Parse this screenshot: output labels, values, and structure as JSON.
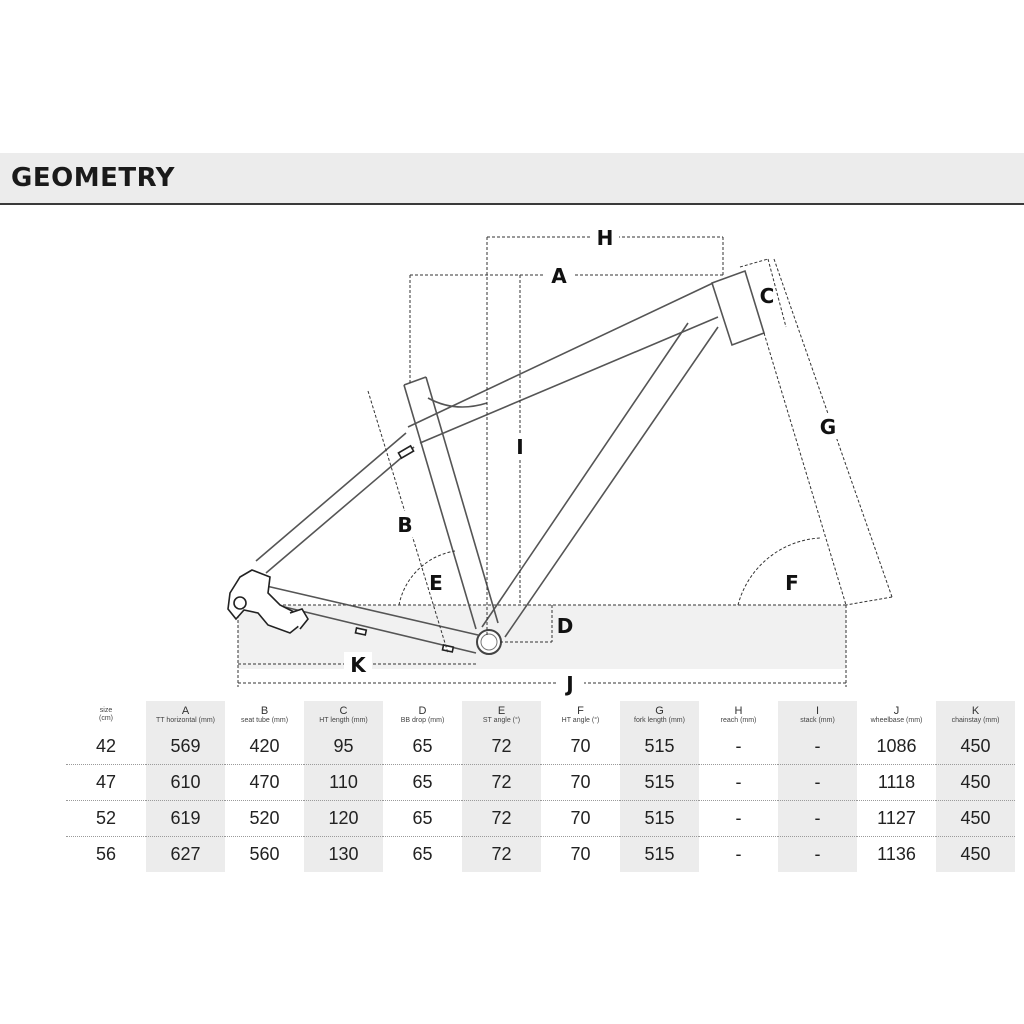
{
  "section": {
    "title": "GEOMETRY"
  },
  "diagram": {
    "labels": {
      "A": "A",
      "B": "B",
      "C": "C",
      "D": "D",
      "E": "E",
      "F": "F",
      "G": "G",
      "H": "H",
      "I": "I",
      "J": "J",
      "K": "K"
    }
  },
  "table": {
    "columns": [
      {
        "letter": "size",
        "sub": "(cm)"
      },
      {
        "letter": "A",
        "sub": "TT horizontal (mm)"
      },
      {
        "letter": "B",
        "sub": "seat tube (mm)"
      },
      {
        "letter": "C",
        "sub": "HT length (mm)"
      },
      {
        "letter": "D",
        "sub": "BB drop (mm)"
      },
      {
        "letter": "E",
        "sub": "ST angle (°)"
      },
      {
        "letter": "F",
        "sub": "HT angle (°)"
      },
      {
        "letter": "G",
        "sub": "fork length (mm)"
      },
      {
        "letter": "H",
        "sub": "reach (mm)"
      },
      {
        "letter": "I",
        "sub": "stack (mm)"
      },
      {
        "letter": "J",
        "sub": "wheelbase (mm)"
      },
      {
        "letter": "K",
        "sub": "chainstay (mm)"
      }
    ],
    "rows": [
      [
        "42",
        "569",
        "420",
        "95",
        "65",
        "72",
        "70",
        "515",
        "-",
        "-",
        "1086",
        "450"
      ],
      [
        "47",
        "610",
        "470",
        "110",
        "65",
        "72",
        "70",
        "515",
        "-",
        "-",
        "1118",
        "450"
      ],
      [
        "52",
        "619",
        "520",
        "120",
        "65",
        "72",
        "70",
        "515",
        "-",
        "-",
        "1127",
        "450"
      ],
      [
        "56",
        "627",
        "560",
        "130",
        "65",
        "72",
        "70",
        "515",
        "-",
        "-",
        "1136",
        "450"
      ]
    ]
  }
}
